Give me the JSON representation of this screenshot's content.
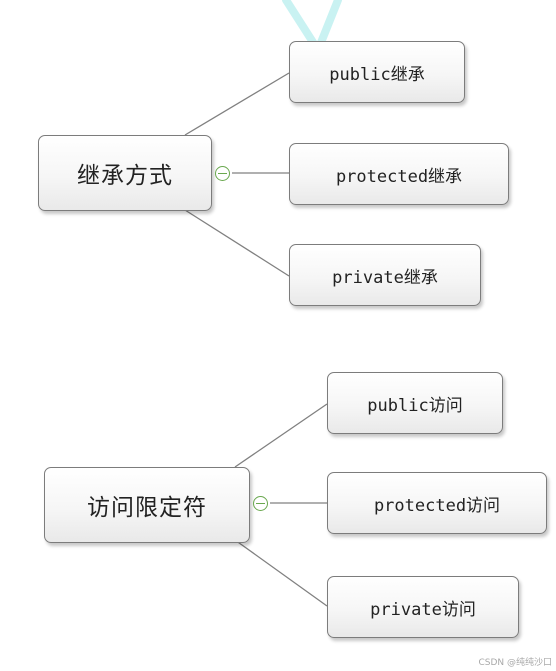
{
  "map1": {
    "root_label": "继承方式",
    "children": [
      {
        "label": "public继承"
      },
      {
        "label": "protected继承"
      },
      {
        "label": "private继承"
      }
    ]
  },
  "map2": {
    "root_label": "访问限定符",
    "children": [
      {
        "label": "public访问"
      },
      {
        "label": "protected访问"
      },
      {
        "label": "private访问"
      }
    ]
  },
  "colors": {
    "connector": "#808080",
    "collapse_toggle": "#6aa84f",
    "watermark_mark": "#c9f2f2"
  },
  "watermark": "CSDN @纯纯沙口"
}
